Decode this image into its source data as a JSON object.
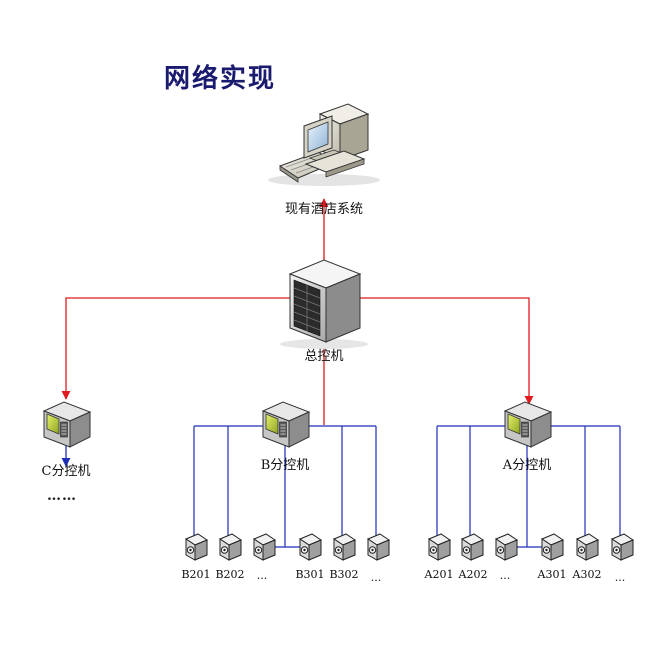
{
  "title": "网络实现",
  "colors": {
    "red_link": "#e0191e",
    "blue_link": "#1f2fb8",
    "title": "#1a1a6e"
  },
  "nodes": {
    "hotel_system": {
      "label": "现有酒店系统",
      "icon": "desktop-computer-icon"
    },
    "master": {
      "label": "总控机",
      "icon": "server-cube-icon"
    },
    "c_unit": {
      "label": "C分控机",
      "icon": "controller-box-icon",
      "more": "……"
    },
    "b_unit": {
      "label": "B分控机",
      "icon": "controller-box-icon"
    },
    "a_unit": {
      "label": "A分控机",
      "icon": "controller-box-icon"
    }
  },
  "b_terminals": [
    {
      "label": "B201"
    },
    {
      "label": "B202"
    },
    {
      "label": "..."
    },
    {
      "label": "B301"
    },
    {
      "label": "B302"
    },
    {
      "label": "..."
    }
  ],
  "a_terminals": [
    {
      "label": "A201"
    },
    {
      "label": "A202"
    },
    {
      "label": "..."
    },
    {
      "label": "A301"
    },
    {
      "label": "A302"
    },
    {
      "label": "..."
    }
  ]
}
